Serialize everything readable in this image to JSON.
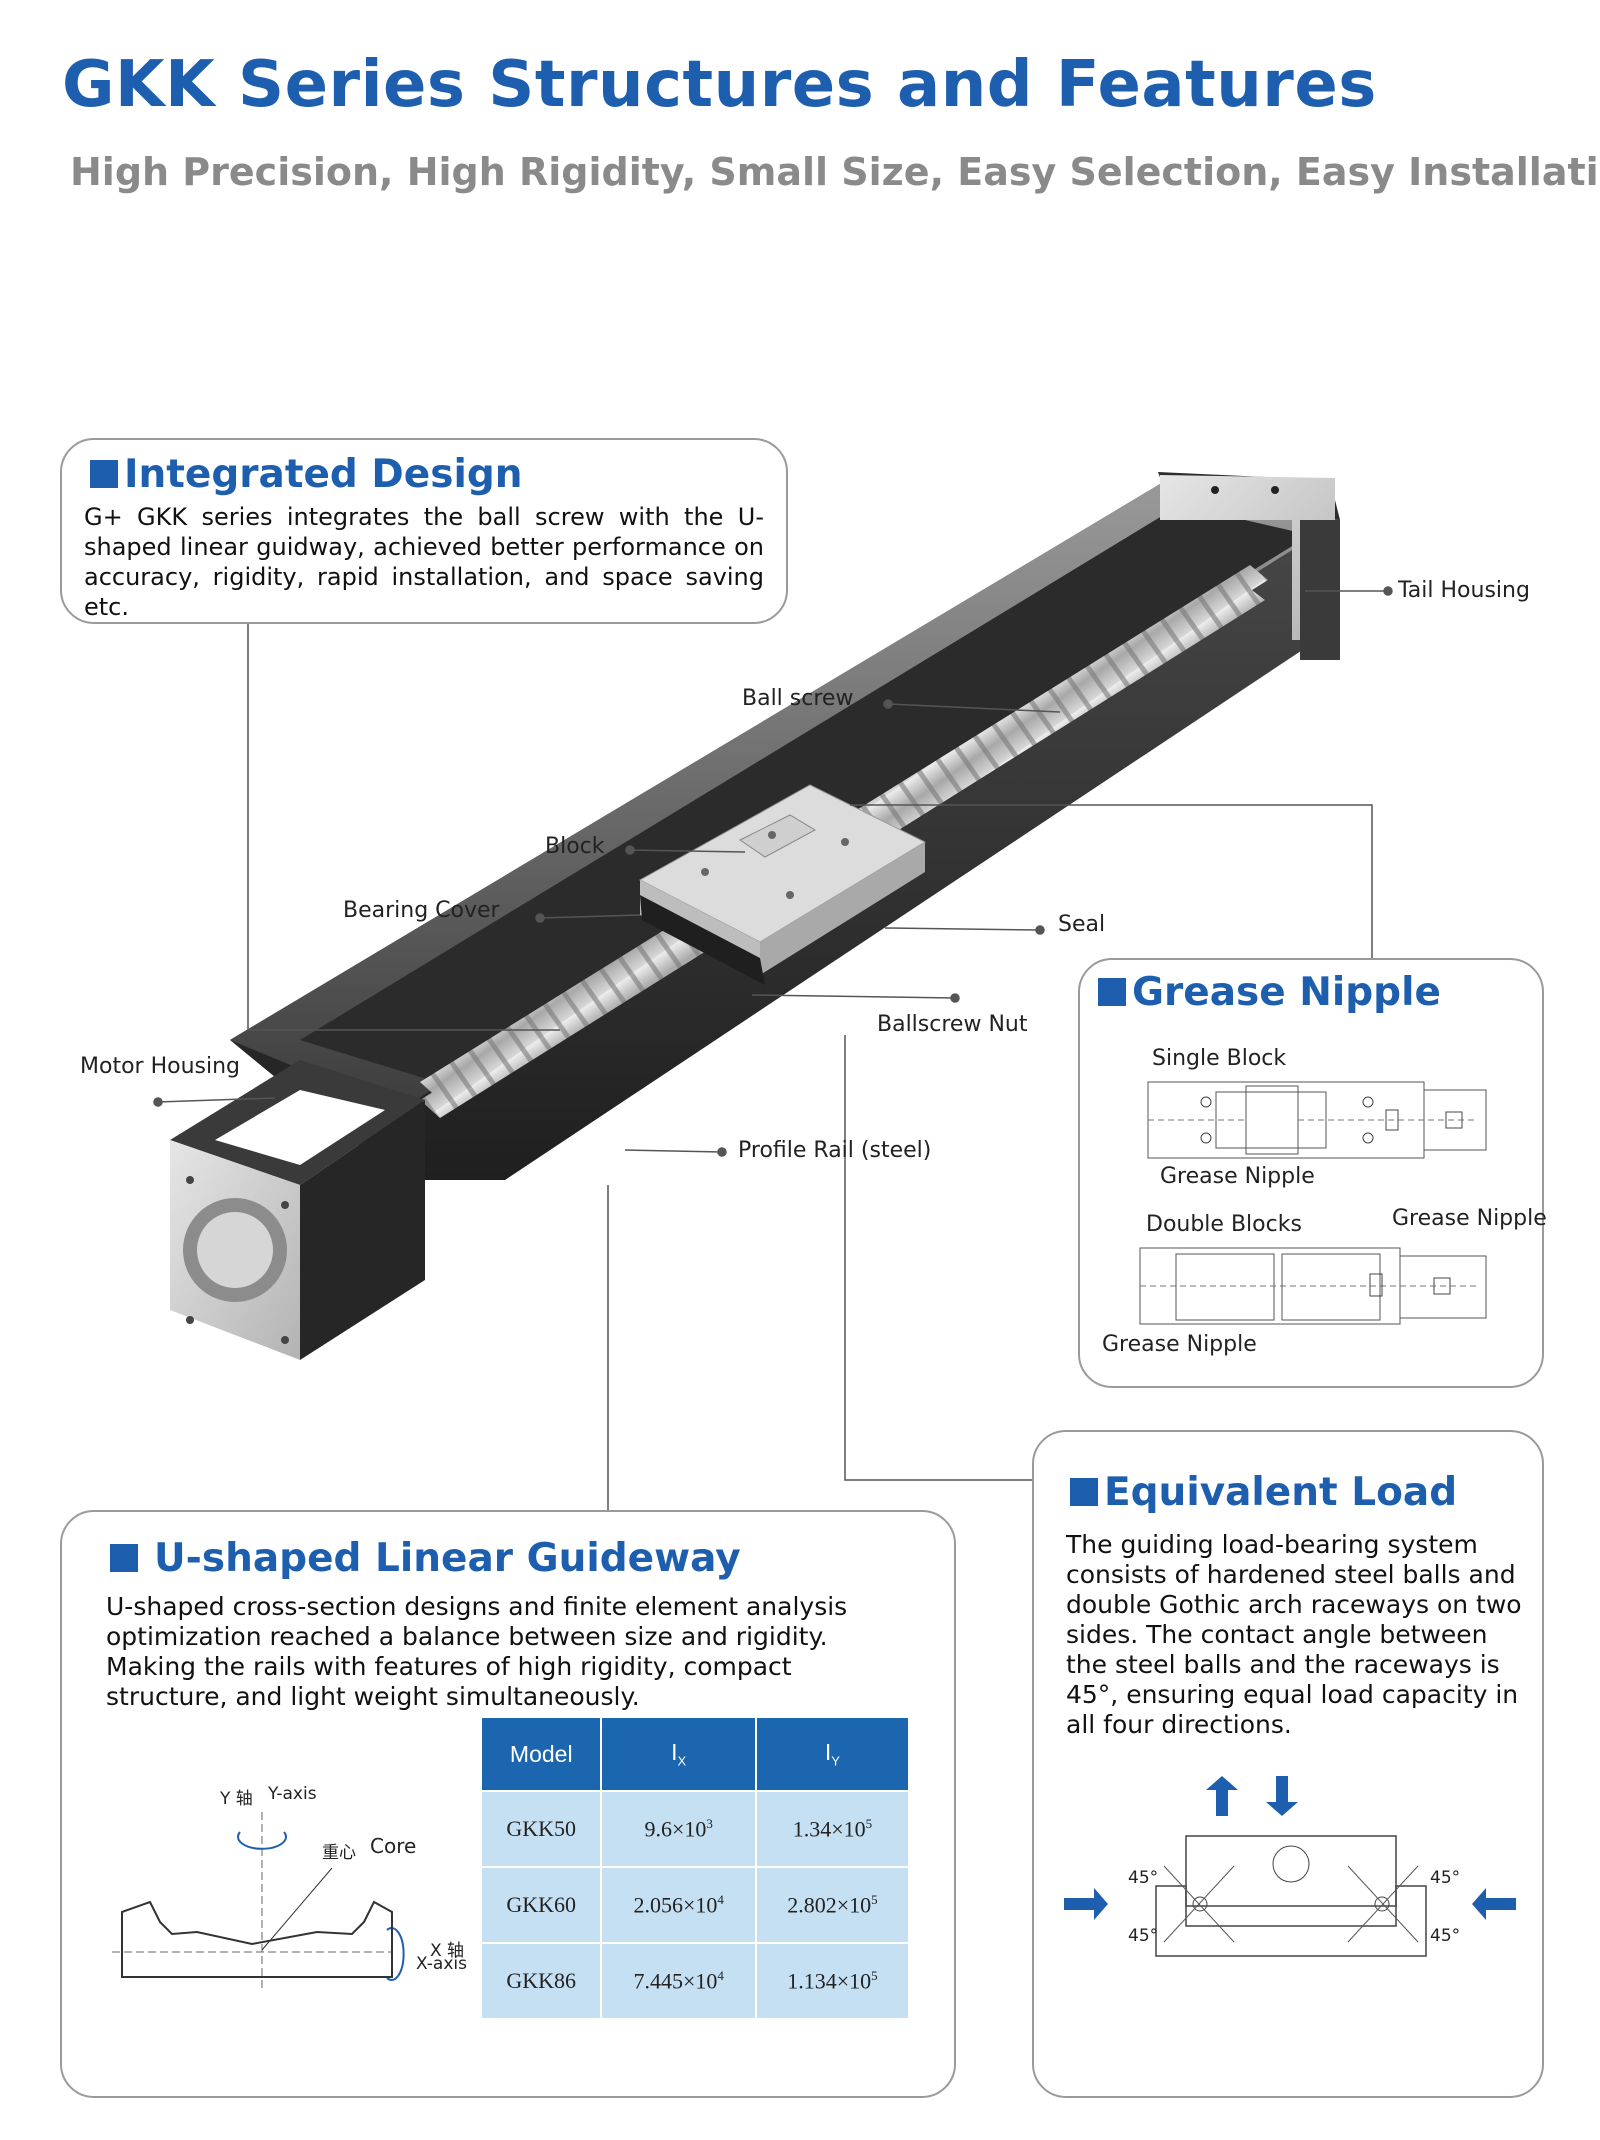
{
  "header": {
    "title": "GKK Series Structures and Features",
    "subtitle": "High Precision, High Rigidity, Small Size, Easy Selection, Easy Installation"
  },
  "integrated_design": {
    "title": "Integrated Design",
    "body": "G+ GKK series integrates the ball screw with the U-shaped linear guidway, achieved better performance on accuracy, rigidity, rapid installation, and space saving etc."
  },
  "labels": {
    "tail_housing": "Tail Housing",
    "ball_screw": "Ball screw",
    "block": "Block",
    "bearing_cover": "Bearing Cover",
    "seal": "Seal",
    "ballscrew_nut": "Ballscrew Nut",
    "motor_housing": "Motor Housing",
    "profile_rail": "Profile Rail (steel)"
  },
  "grease_nipple": {
    "title": "Grease Nipple",
    "single_block": "Single Block",
    "grease_nipple_1": "Grease Nipple",
    "double_blocks": "Double Blocks",
    "grease_nipple_2": "Grease Nipple",
    "grease_nipple_3": "Grease Nipple"
  },
  "guideway": {
    "title": "U-shaped Linear Guideway",
    "body": "U-shaped cross-section designs and finite element analysis optimization reached a balance between size and rigidity. Making the rails with features of high rigidity, compact structure, and light weight simultaneously.",
    "y_axis_cn": "Y 轴",
    "y_axis": "Y-axis",
    "core_cn": "重心",
    "core": "Core",
    "x_axis_cn": "X 轴",
    "x_axis": "X-axis",
    "table": {
      "headers": [
        "Model",
        "I",
        "I"
      ],
      "header_subs": [
        "",
        "X",
        "Y"
      ],
      "rows": [
        [
          "GKK50",
          "9.6×10",
          "3",
          "1.34×10",
          "5"
        ],
        [
          "GKK60",
          "2.056×10",
          "4",
          "2.802×10",
          "5"
        ],
        [
          "GKK86",
          "7.445×10",
          "4",
          "1.134×10",
          "5"
        ]
      ]
    }
  },
  "equivalent_load": {
    "title": "Equivalent Load",
    "body": "The guiding load-bearing system consists of hardened steel balls and double Gothic arch raceways on two sides. The contact angle between the steel balls and the raceways is 45°, ensuring equal load capacity in all four directions.",
    "angle": "45°"
  },
  "colors": {
    "brand_blue": "#1d5fae",
    "table_header": "#1c66b0",
    "table_cell": "#c5e0f3",
    "subtitle_gray": "#8a8a8a"
  }
}
